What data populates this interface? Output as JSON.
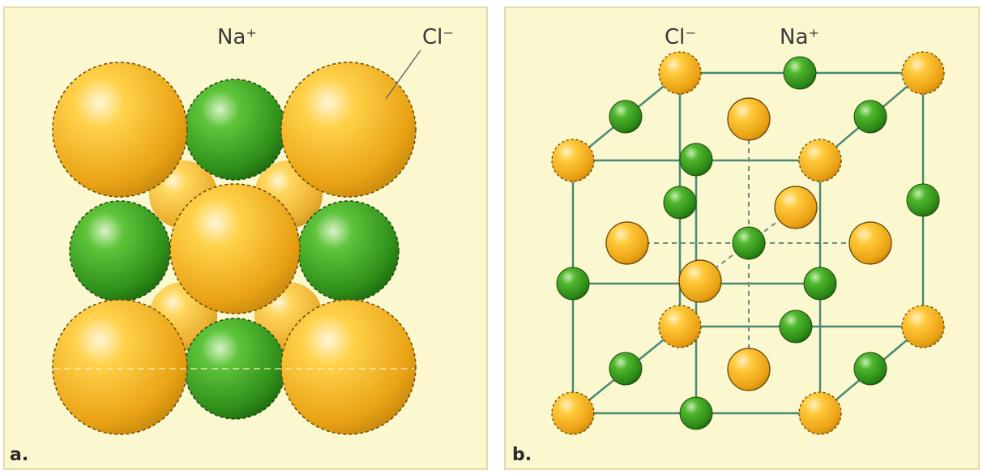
{
  "panel_a": {
    "letter": "a.",
    "labels": {
      "na": "Na⁺",
      "cl": "Cl⁻"
    }
  },
  "panel_b": {
    "letter": "b.",
    "labels": {
      "cl": "Cl⁻",
      "na": "Na⁺"
    }
  },
  "colors": {
    "chloride": "#f2b21c",
    "sodium": "#3f9a1f",
    "background": "#fbf7cf",
    "lattice_line": "#4a8a72"
  }
}
